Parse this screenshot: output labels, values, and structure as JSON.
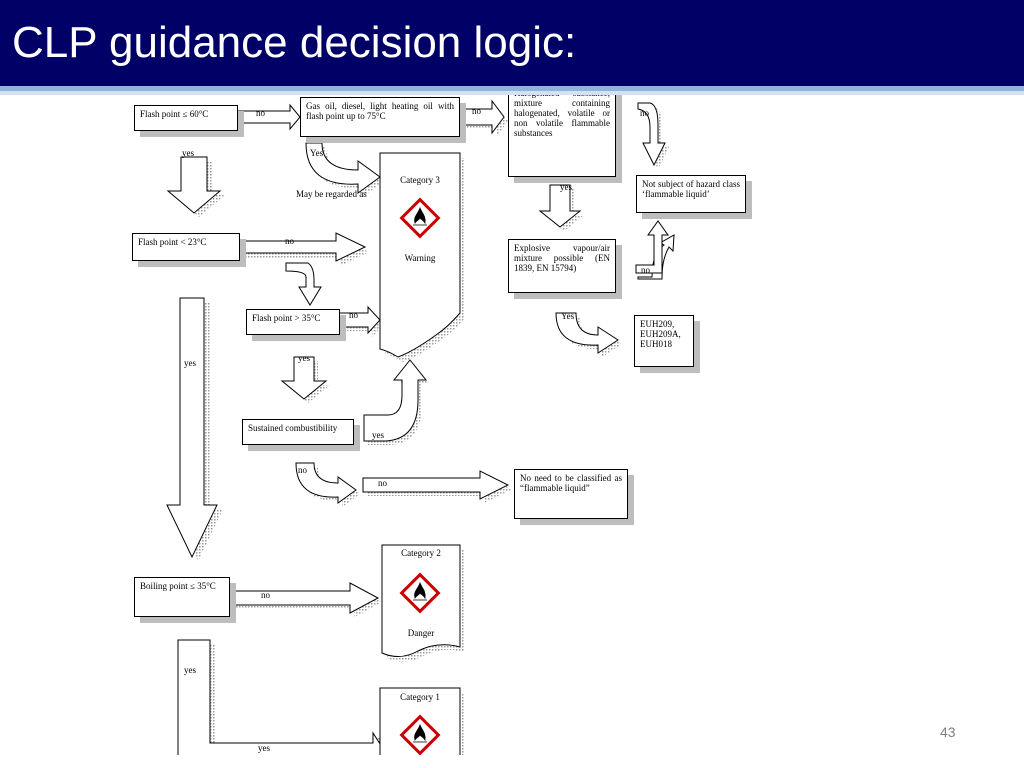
{
  "slide": {
    "title": "CLP guidance decision logic:",
    "page_number": "43"
  },
  "colors": {
    "title_bar": "#000066",
    "pictogram_border": "#cc0000"
  },
  "diagram": {
    "boxes": {
      "flash60": "Flash point ≤ 60°C",
      "gasoil": "Gas oil, diesel, light heating oil with flash point up to 75°C",
      "halogen": "Halogenated substance, mixture containing halogenated, volatile or non volatile flammable substances",
      "not_subject": "Not subject of hazard class ‘flammable liquid’",
      "flash23": "Flash point < 23°C",
      "explosive": "Explosive vapour/air mixture possible (EN 1839, EN 15794)",
      "flash35": "Flash point > 35°C",
      "euh": "EUH209, EUH209A, EUH018",
      "sustained": "Sustained combustibility",
      "no_need": "No need to be classified as “flammable liquid”",
      "boiling": "Boiling point ≤ 35°C"
    },
    "labels": {
      "no": "no",
      "yes": "yes",
      "Yes": "Yes",
      "may_be": "May be regarded as"
    },
    "categories": {
      "cat3": "Category 3",
      "cat3_signal": "Warning",
      "cat2": "Category 2",
      "cat2_signal": "Danger",
      "cat1": "Category 1"
    },
    "pictograms": [
      "flame-pictogram",
      "flame-pictogram",
      "flame-pictogram"
    ]
  }
}
